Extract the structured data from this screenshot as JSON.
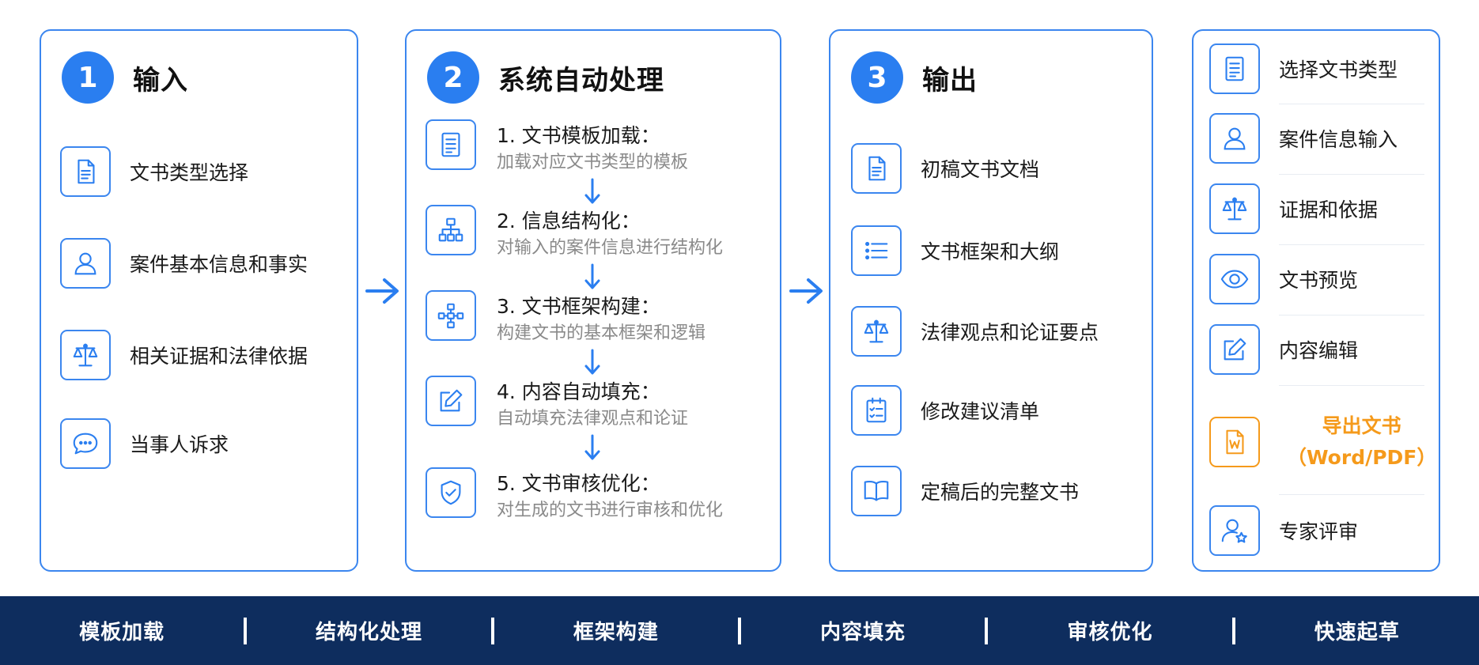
{
  "colors": {
    "accent": "#2a7ef0",
    "border": "#3b86ef",
    "orange": "#f59a1b",
    "footer": "#0e2d5e"
  },
  "panel_input": {
    "number": "1",
    "title": "输入",
    "items": [
      {
        "icon": "document-icon",
        "label": "文书类型选择"
      },
      {
        "icon": "user-icon",
        "label": "案件基本信息和事实"
      },
      {
        "icon": "scales-icon",
        "label": "相关证据和法律依据"
      },
      {
        "icon": "chat-bubble-icon",
        "label": "当事人诉求"
      }
    ]
  },
  "panel_process": {
    "number": "2",
    "title": "系统自动处理",
    "steps": [
      {
        "icon": "document-list-icon",
        "title": "1. 文书模板加载：",
        "desc": "加载对应文书类型的模板"
      },
      {
        "icon": "hierarchy-icon",
        "title": "2. 信息结构化：",
        "desc": "对输入的案件信息进行结构化"
      },
      {
        "icon": "network-icon",
        "title": "3. 文书框架构建：",
        "desc": "构建文书的基本框架和逻辑"
      },
      {
        "icon": "edit-icon",
        "title": "4. 内容自动填充：",
        "desc": "自动填充法律观点和论证"
      },
      {
        "icon": "shield-check-icon",
        "title": "5. 文书审核优化：",
        "desc": "对生成的文书进行审核和优化"
      }
    ]
  },
  "panel_output": {
    "number": "3",
    "title": "输出",
    "items": [
      {
        "icon": "document-icon",
        "label": "初稿文书文档"
      },
      {
        "icon": "list-icon",
        "label": "文书框架和大纲"
      },
      {
        "icon": "scales-icon",
        "label": "法律观点和论证要点"
      },
      {
        "icon": "checklist-icon",
        "label": "修改建议清单"
      },
      {
        "icon": "book-icon",
        "label": "定稿后的完整文书"
      }
    ]
  },
  "panel_actions": {
    "items": [
      {
        "icon": "document-list-icon",
        "label": "选择文书类型"
      },
      {
        "icon": "user-icon",
        "label": "案件信息输入"
      },
      {
        "icon": "scales-icon",
        "label": "证据和依据"
      },
      {
        "icon": "eye-icon",
        "label": "文书预览"
      },
      {
        "icon": "edit-icon",
        "label": "内容编辑"
      },
      {
        "icon": "word-file-icon",
        "label_line1": "导出文书",
        "label_line2": "（Word/PDF）"
      },
      {
        "icon": "user-star-icon",
        "label": "专家评审"
      }
    ]
  },
  "footer": {
    "items": [
      "模板加载",
      "结构化处理",
      "框架构建",
      "内容填充",
      "审核优化",
      "快速起草"
    ]
  }
}
